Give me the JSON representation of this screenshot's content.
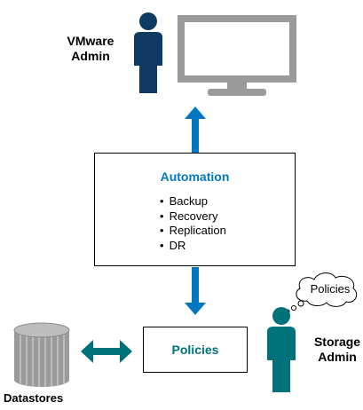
{
  "vmware_admin": {
    "label": "VMware\nAdmin"
  },
  "automation": {
    "title": "Automation",
    "items": [
      "Backup",
      "Recovery",
      "Replication",
      "DR"
    ]
  },
  "policies_box": {
    "label": "Policies"
  },
  "storage_admin": {
    "label": "Storage\nAdmin",
    "thought": "Policies"
  },
  "datastores": {
    "label": "Datastores"
  },
  "colors": {
    "vmware_blue": "#0e3a63",
    "automation_blue": "#0077c0",
    "teal": "#00727a",
    "monitor_gray": "#9a9a9a",
    "datastore_gray": "#9b9b9b"
  }
}
